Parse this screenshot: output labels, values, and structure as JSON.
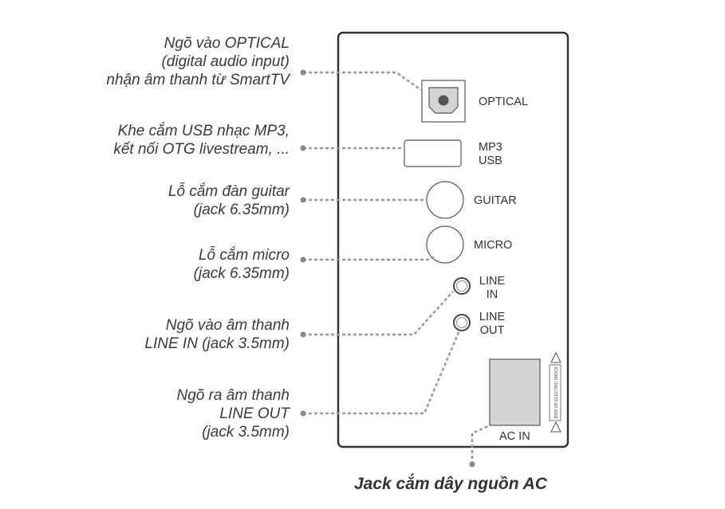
{
  "annotations": {
    "optical": [
      "Ngõ vào OPTICAL",
      "(digital audio input)",
      "nhận âm thanh từ SmartTV"
    ],
    "usb": [
      "Khe cắm USB nhạc MP3,",
      "kết nối OTG livestream, ..."
    ],
    "guitar": [
      "Lỗ cắm đàn guitar",
      "(jack 6.35mm)"
    ],
    "micro": [
      "Lỗ cắm micro",
      "(jack 6.35mm)"
    ],
    "line_in": [
      "Ngõ vào âm thanh",
      "LINE IN (jack 3.5mm)"
    ],
    "line_out": [
      "Ngõ ra âm thanh",
      "LINE OUT",
      "(jack 3.5mm)"
    ]
  },
  "panel": {
    "optical_label": "OPTICAL",
    "usb_label": [
      "MP3",
      "USB"
    ],
    "guitar_label": "GUITAR",
    "micro_label": "MICRO",
    "line_in_label": [
      "LINE",
      "IN"
    ],
    "line_out_label": [
      "LINE",
      "OUT"
    ],
    "ac_in_label": "AC IN",
    "warning_text": "RISK OF ELECTRIC SHOCK"
  },
  "caption": "Jack cắm dây nguồn AC",
  "colors": {
    "panel_stroke": "#333333",
    "leader": "#999999",
    "port_fill": "#d4d4d4",
    "text": "#3a3a3a"
  }
}
